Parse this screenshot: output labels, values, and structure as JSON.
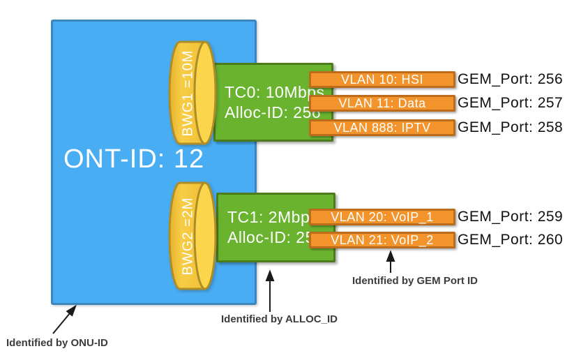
{
  "colors": {
    "blue_fill": "#49ADF3",
    "blue_border": "#3D86BD",
    "yellow_body": "#F0C034",
    "yellow_body_light": "#F7CD47",
    "yellow_body_dark": "#E6B22C",
    "yellow_cap": "#FBD64D",
    "yellow_border": "#AE8C27",
    "green_fill": "#6AB32F",
    "green_border": "#4C7C1B",
    "orange_fill": "#F2932C",
    "orange_border": "#BC6C1A",
    "gem_text": "#111111",
    "annotation_text": "#3C3C3C"
  },
  "ont_label": "ONT-ID: 12",
  "groups": [
    {
      "bwg_label": "BWG1 =10M",
      "tc_line1": "TC0: 10Mbps",
      "tc_line2": "Alloc-ID: 256",
      "flows": [
        {
          "vlan": "VLAN 10: HSI",
          "gem_port": "GEM_Port: 256"
        },
        {
          "vlan": "VLAN 11: Data",
          "gem_port": "GEM_Port: 257"
        },
        {
          "vlan": "VLAN 888: IPTV",
          "gem_port": "GEM_Port: 258"
        }
      ]
    },
    {
      "bwg_label": "BWG2 =2M",
      "tc_line1": "TC1: 2Mbps",
      "tc_line2": "Alloc-ID: 257",
      "flows": [
        {
          "vlan": "VLAN 20: VoIP_1",
          "gem_port": "GEM_Port: 259"
        },
        {
          "vlan": "VLAN 21: VoIP_2",
          "gem_port": "GEM_Port: 260"
        }
      ]
    }
  ],
  "annotations": {
    "onu": "Identified by ONU-ID",
    "alloc": "Identified by ALLOC_ID",
    "gem": "Identified by GEM Port ID"
  }
}
